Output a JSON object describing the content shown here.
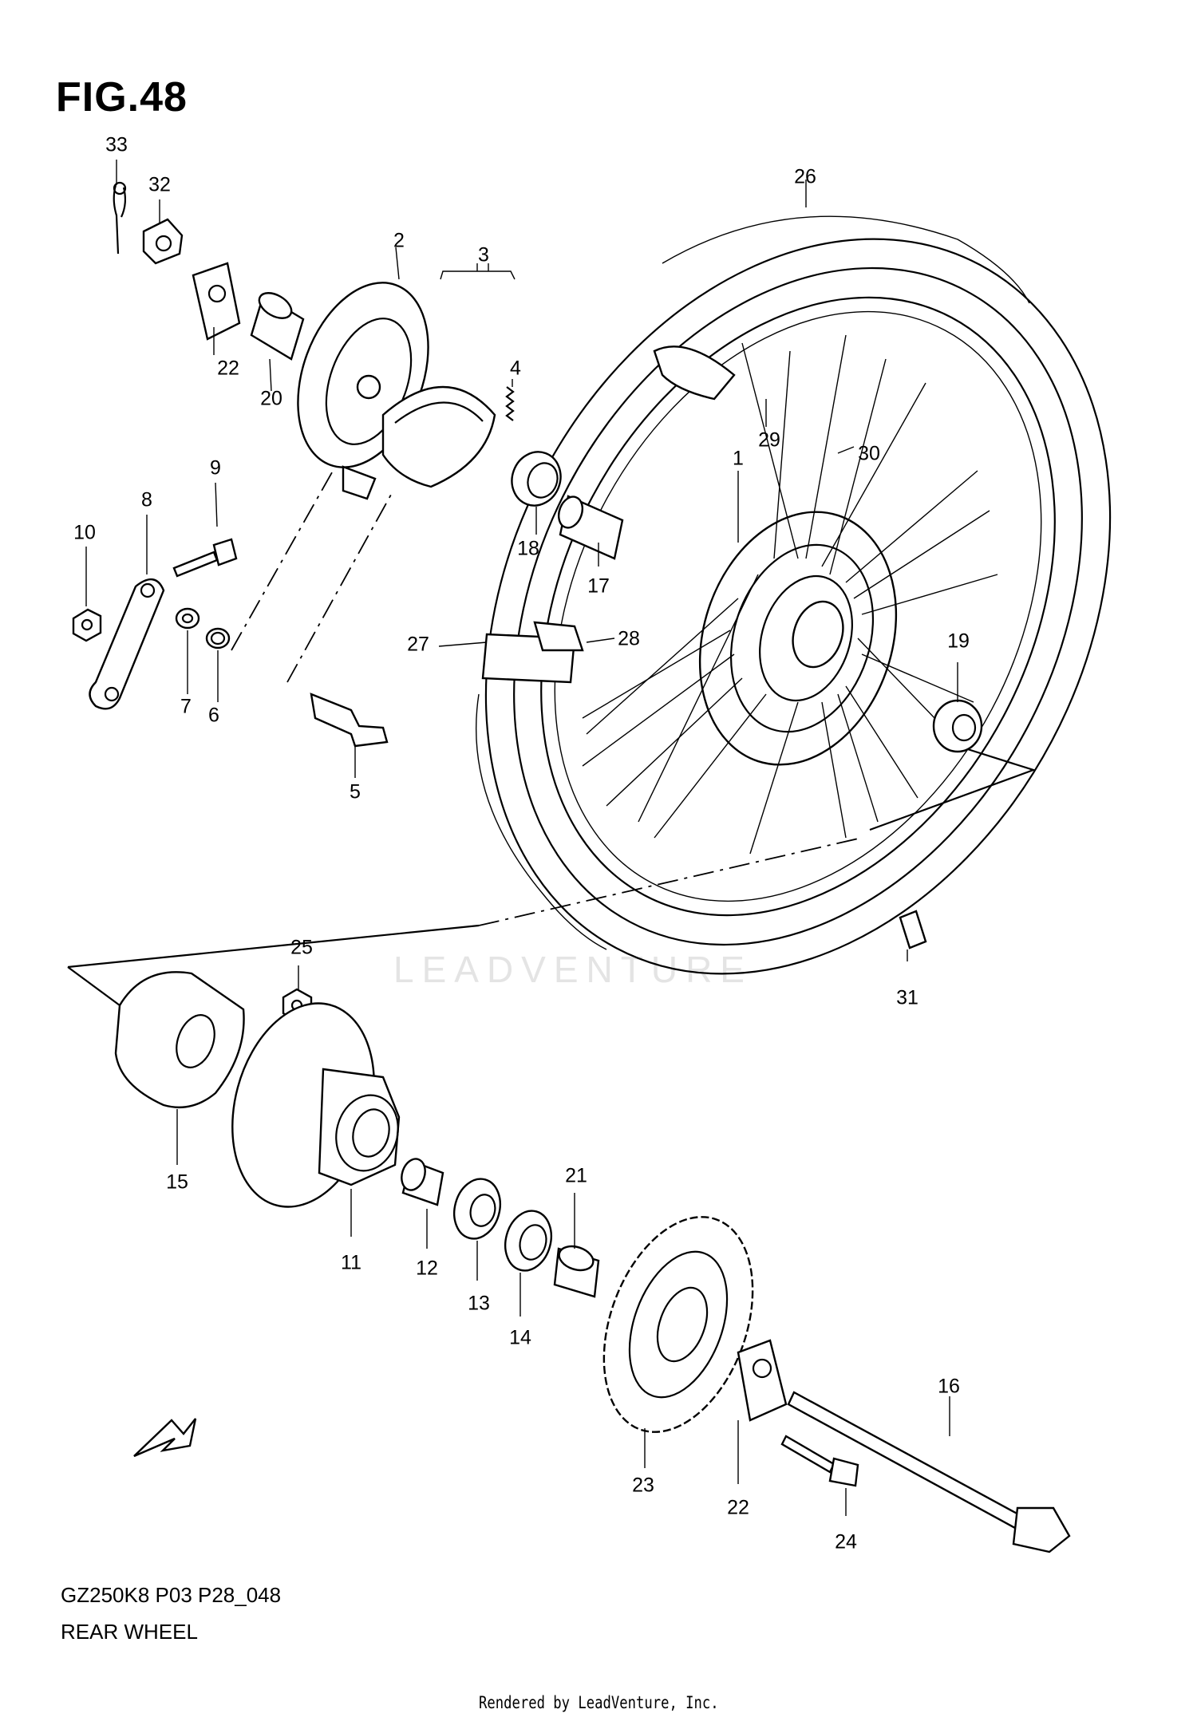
{
  "figure": {
    "title": "FIG.48",
    "model_code": "GZ250K8 P03 P28_048",
    "name": "REAR WHEEL",
    "watermark": "LEADVENTURE",
    "footer": "Rendered by LeadVenture, Inc.",
    "fwd_label": "FWD"
  },
  "callouts": [
    {
      "id": "c1",
      "label": "1"
    },
    {
      "id": "c2",
      "label": "2"
    },
    {
      "id": "c3",
      "label": "3"
    },
    {
      "id": "c4",
      "label": "4"
    },
    {
      "id": "c5",
      "label": "5"
    },
    {
      "id": "c6",
      "label": "6"
    },
    {
      "id": "c7",
      "label": "7"
    },
    {
      "id": "c8",
      "label": "8"
    },
    {
      "id": "c9",
      "label": "9"
    },
    {
      "id": "c10",
      "label": "10"
    },
    {
      "id": "c11",
      "label": "11"
    },
    {
      "id": "c12",
      "label": "12"
    },
    {
      "id": "c13",
      "label": "13"
    },
    {
      "id": "c14",
      "label": "14"
    },
    {
      "id": "c15",
      "label": "15"
    },
    {
      "id": "c16",
      "label": "16"
    },
    {
      "id": "c17",
      "label": "17"
    },
    {
      "id": "c18",
      "label": "18"
    },
    {
      "id": "c19",
      "label": "19"
    },
    {
      "id": "c20",
      "label": "20"
    },
    {
      "id": "c21",
      "label": "21"
    },
    {
      "id": "c22a",
      "label": "22"
    },
    {
      "id": "c22b",
      "label": "22"
    },
    {
      "id": "c23",
      "label": "23"
    },
    {
      "id": "c24",
      "label": "24"
    },
    {
      "id": "c25",
      "label": "25"
    },
    {
      "id": "c26",
      "label": "26"
    },
    {
      "id": "c27",
      "label": "27"
    },
    {
      "id": "c28",
      "label": "28"
    },
    {
      "id": "c29",
      "label": "29"
    },
    {
      "id": "c30",
      "label": "30"
    },
    {
      "id": "c31",
      "label": "31"
    },
    {
      "id": "c32",
      "label": "32"
    },
    {
      "id": "c33",
      "label": "33"
    }
  ]
}
